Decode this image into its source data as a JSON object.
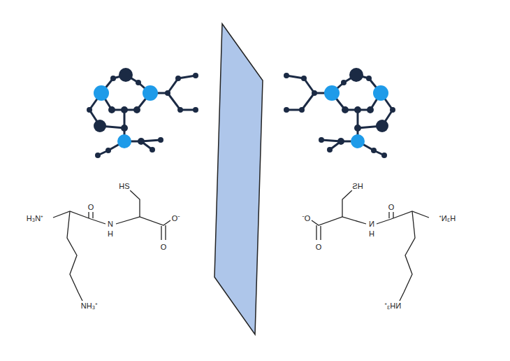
{
  "diagram": {
    "labels": [
      "HS",
      "H₃N⁺",
      "O",
      "N",
      "H",
      "O⁻",
      "O",
      "NH₃⁺",
      "HS",
      "H₃N⁺",
      "O",
      "N",
      "H",
      "O⁻",
      "O",
      "NH₃⁺"
    ]
  }
}
